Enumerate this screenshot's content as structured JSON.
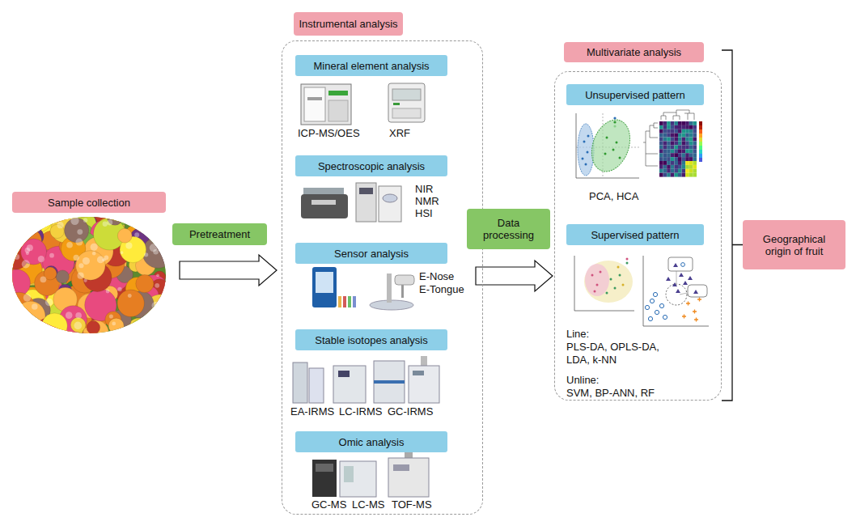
{
  "diagram": {
    "nodes": [
      {
        "text": [
          "Sample collection"
        ]
      },
      {
        "text": [
          "Pretreatment"
        ]
      },
      {
        "text": [
          "Instrumental analysis"
        ]
      },
      {
        "text": [
          "Mineral element analysis"
        ],
        "in": 2
      },
      {
        "text": [
          "Spectroscopic analysis"
        ],
        "in": 2
      },
      {
        "text": [
          "Sensor analysis"
        ],
        "in": 2
      },
      {
        "text": [
          "Stable isotopes analysis"
        ],
        "in": 2
      },
      {
        "text": [
          "Omic analysis"
        ],
        "in": 2
      },
      {
        "text": [
          "Data processing"
        ]
      },
      {
        "text": [
          "Multivariate analysis"
        ]
      },
      {
        "text": [
          "Unsupervised pattern"
        ],
        "in": 9
      },
      {
        "text": [
          "Supervised pattern"
        ],
        "in": 9
      },
      {
        "text": [
          "Geographical origin of fruit"
        ]
      }
    ],
    "edges": [
      {
        "from": 0,
        "to": 2,
        "arrow": "to"
      },
      {
        "from": 2,
        "to": 9,
        "arrow": "to"
      },
      {
        "from": 9,
        "to": 12,
        "arrow": "none"
      }
    ],
    "labels": [
      "ICP-MS/OES",
      "XRF",
      "NIR",
      "NMR",
      "HSI",
      "E-Nose",
      "E-Tongue",
      "EA-IRMS",
      "LC-IRMS",
      "GC-IRMS",
      "GC-MS",
      "LC-MS",
      "TOF-MS",
      "PCA, HCA",
      "Line:",
      "PLS-DA, OPLS-DA, LDA, k-NN",
      "Unline:",
      "SVM, BP-ANN, RF"
    ]
  }
}
